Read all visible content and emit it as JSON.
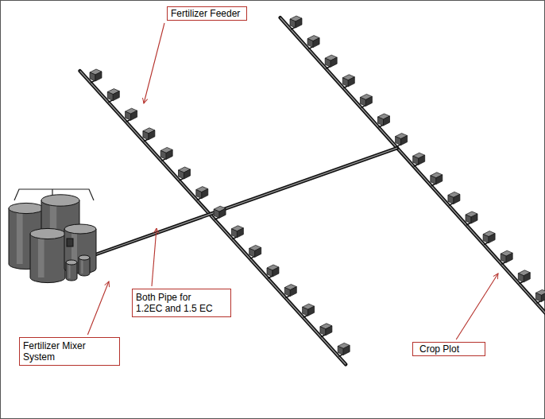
{
  "diagram": {
    "nodes": [
      {
        "text": [
          "Fertilizer Feeder"
        ]
      },
      {
        "text": [
          "Both Pipe for 1.2EC and 1.5 EC"
        ]
      },
      {
        "text": [
          "Fertilizer Mixer System"
        ]
      },
      {
        "text": [
          "Crop Plot"
        ]
      }
    ]
  }
}
